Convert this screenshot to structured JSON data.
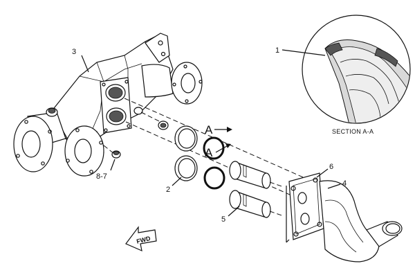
{
  "callouts": {
    "c1": "1",
    "c2": "2",
    "c3": "3",
    "c4": "4",
    "c5": "5",
    "c6": "6",
    "c87": "8-7"
  },
  "section": {
    "marker": "A",
    "caption": "SECTION A-A"
  },
  "direction": {
    "label": "FWD"
  }
}
